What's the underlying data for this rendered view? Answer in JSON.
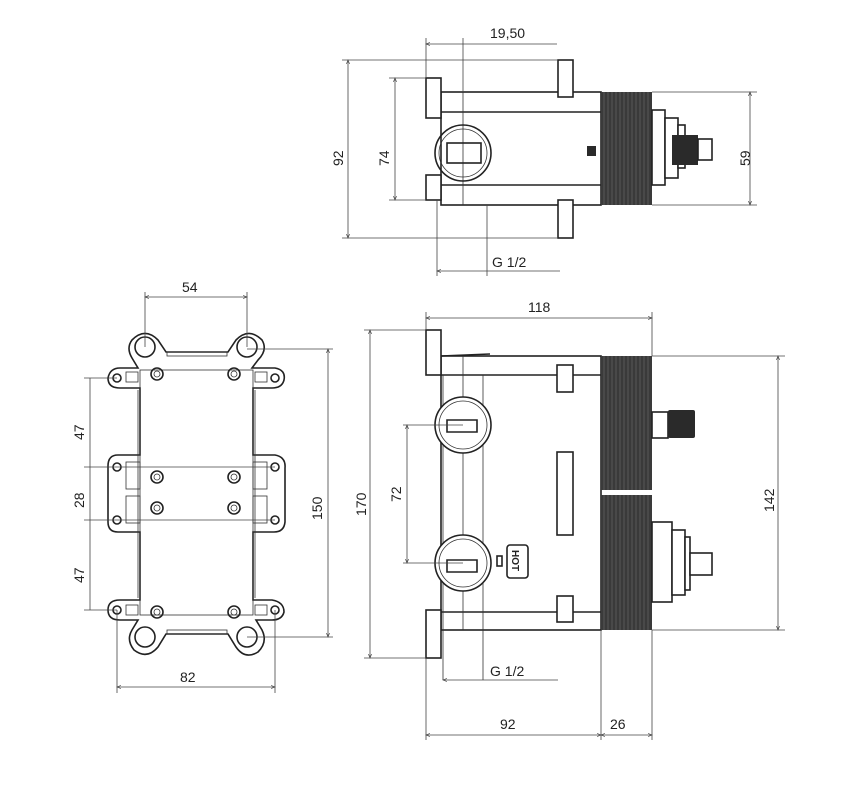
{
  "title": "Concealed mixer body – dimension drawing",
  "top_view": {
    "dims": {
      "offset": "19,50",
      "height_total": "92",
      "height_inner": "74",
      "height_right": "59",
      "thread": "G 1/2"
    }
  },
  "side_view": {
    "dims": {
      "width_total": "118",
      "height_total": "170",
      "outlet_spacing": "72",
      "height_right": "142",
      "thread": "G 1/2",
      "body_depth": "92",
      "thread_depth": "26"
    },
    "hot_label": "HOT"
  },
  "front_view": {
    "dims": {
      "top_span": "54",
      "upper_gap": "47",
      "middle_gap": "28",
      "lower_gap": "47",
      "height": "150",
      "width": "82"
    }
  }
}
